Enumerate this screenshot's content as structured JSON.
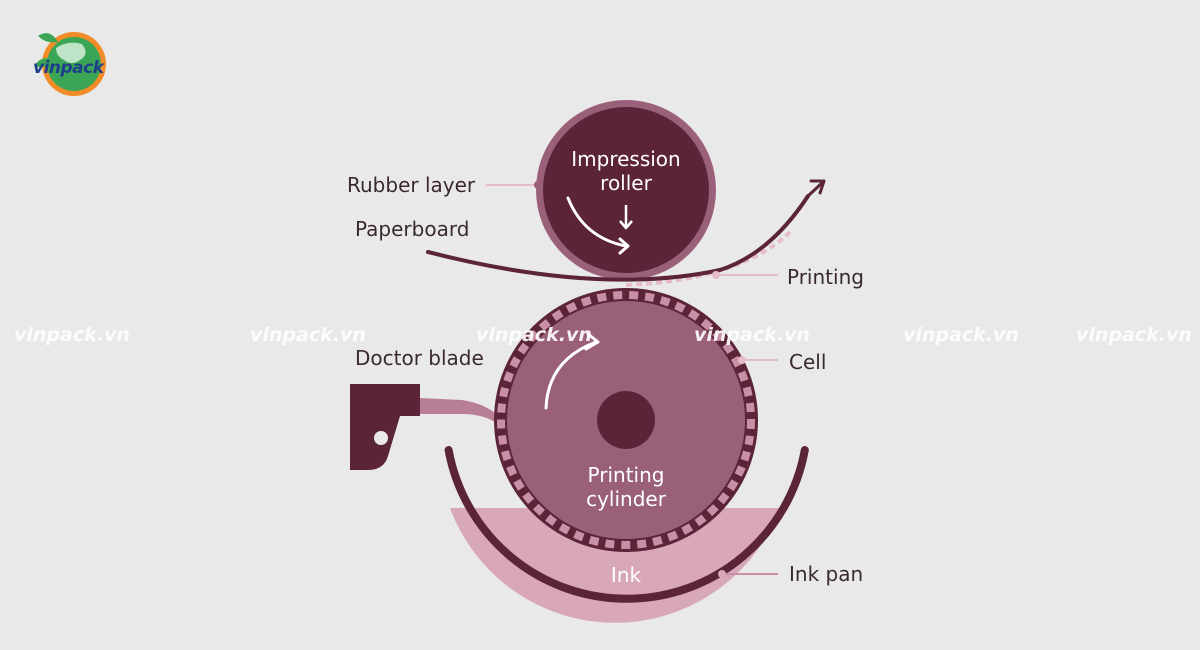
{
  "brand": {
    "logo_text": "vinpack",
    "watermark": "vinpack.vn",
    "colors": {
      "dark": "#5c2438",
      "medium": "#9a6079",
      "ink": "#d9a7ba",
      "light_pink": "#e6bccb",
      "text": "#3a2a2e",
      "background": "#e9e9e9"
    }
  },
  "diagram": {
    "impression_roller": {
      "line1": "Impression",
      "line2": "roller"
    },
    "printing_cylinder": {
      "line1": "Printing",
      "line2": "cylinder"
    },
    "ink": "Ink",
    "labels": {
      "rubber_layer": "Rubber layer",
      "paperboard": "Paperboard",
      "printing": "Printing",
      "doctor_blade": "Doctor blade",
      "cell": "Cell",
      "ink_pan": "Ink pan"
    }
  }
}
